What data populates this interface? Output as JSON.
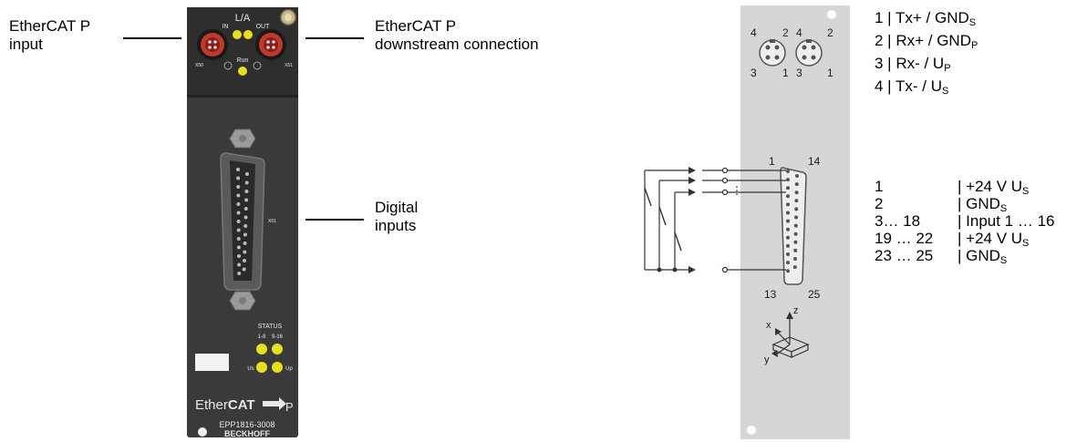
{
  "callouts": {
    "input": [
      "EtherCAT P",
      "input"
    ],
    "downstream": [
      "EtherCAT P",
      "downstream connection"
    ],
    "digital": [
      "Digital",
      "inputs"
    ]
  },
  "module": {
    "led_la": "L/A",
    "port_in": "IN",
    "port_out": "OUT",
    "led_run": "Run",
    "x50": "X50",
    "x51": "X51",
    "x01": "X01",
    "status": "STATUS",
    "status_18": "1-8",
    "status_916": "9-16",
    "us": "Us",
    "up": "Up",
    "brand": "Ether",
    "brand_bold": "CAT",
    "brand_p": "P",
    "model": "EPP1816-3008",
    "maker": "BECKHOFF"
  },
  "m8_pins": {
    "left_4": "4",
    "left_2": "2",
    "left_3": "3",
    "left_1": "1",
    "right_4": "4",
    "right_2": "2",
    "right_3": "3",
    "right_1": "1"
  },
  "m8_legend": [
    {
      "num": "1",
      "sep": "|",
      "sig": "Tx+ / GND",
      "sub": "S"
    },
    {
      "num": "2",
      "sep": "|",
      "sig": "Rx+ / GND",
      "sub": "P"
    },
    {
      "num": "3",
      "sep": "|",
      "sig": "Rx- / U",
      "sub": "P"
    },
    {
      "num": "4",
      "sep": "|",
      "sig": "Tx- / U",
      "sub": "S"
    }
  ],
  "dsub_pins": {
    "p1": "1",
    "p14": "14",
    "p13": "13",
    "p25": "25",
    "ellipsis": "⋮"
  },
  "axes": {
    "x": "x",
    "y": "y",
    "z": "z"
  },
  "dsub_legend": [
    {
      "pins": "1",
      "sep": "|",
      "sig": "+24 V U",
      "sub": "S"
    },
    {
      "pins": "2",
      "sep": "|",
      "sig": "GND",
      "sub": "S"
    },
    {
      "pins": "3… 18",
      "sep": "|",
      "sig": "Input 1 … 16",
      "sub": ""
    },
    {
      "pins": "19 … 22",
      "sep": "|",
      "sig": "+24 V U",
      "sub": "S"
    },
    {
      "pins": "23 … 25",
      "sep": "|",
      "sig": "GND",
      "sub": "S"
    }
  ],
  "colors": {
    "module_body": "#3a3a3a",
    "led": "#e6e01c",
    "port_ring": "#c0392b",
    "side_panel": "#d6d6d6"
  }
}
